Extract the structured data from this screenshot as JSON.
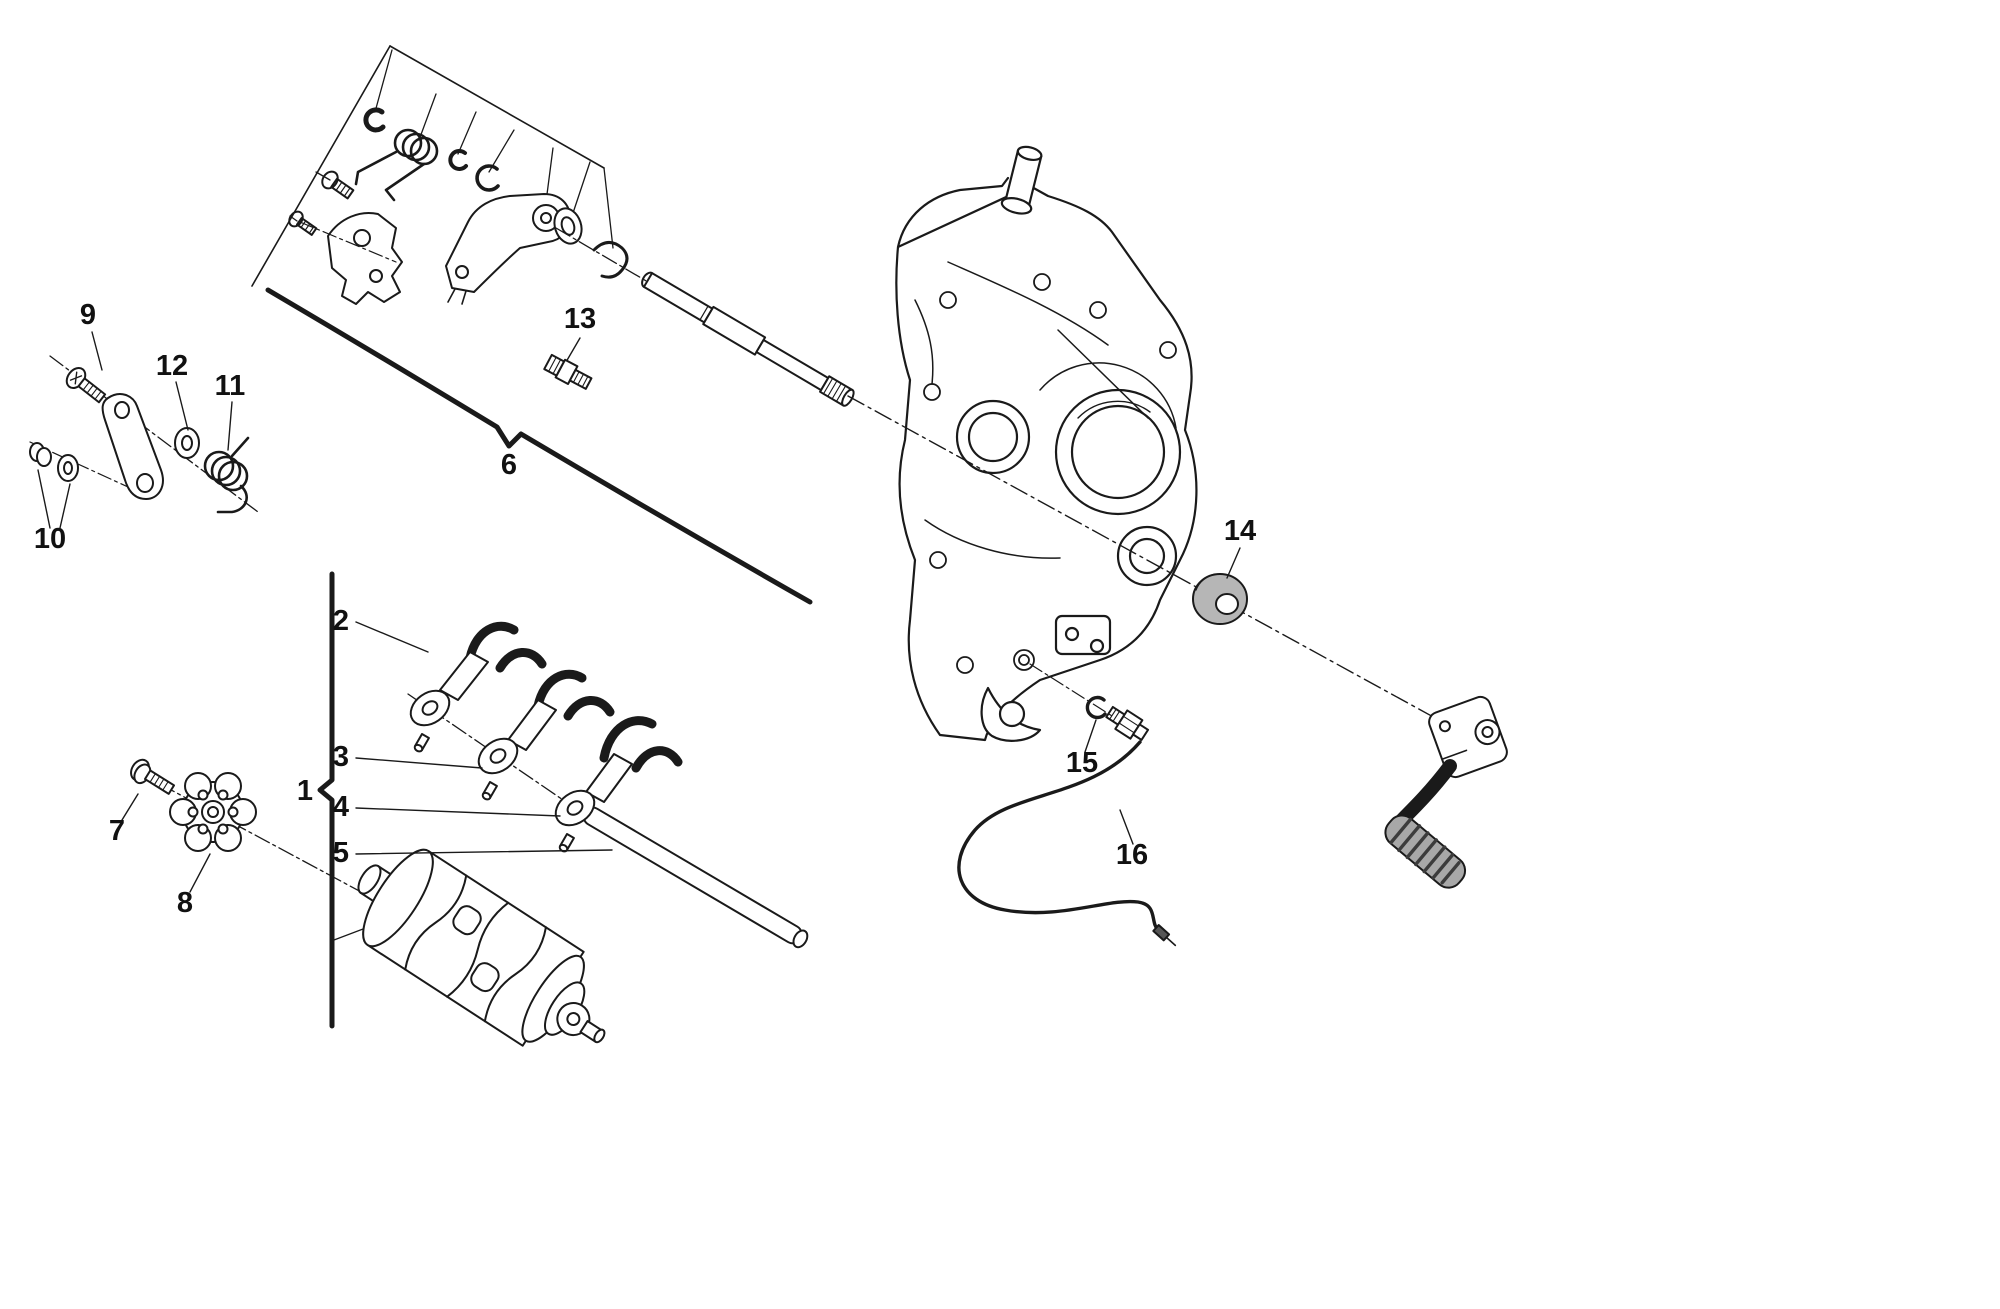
{
  "figure": {
    "kind": "exploded-parts-diagram"
  },
  "colors": {
    "background": "#ffffff",
    "line": "#1a1a1a",
    "washer_fill": "#b6b6b6",
    "peg_fill": "#a8a8a8",
    "peg_rib": "#3c3c3c"
  },
  "labels": [
    {
      "text": "1"
    },
    {
      "text": "2"
    },
    {
      "text": "3"
    },
    {
      "text": "4"
    },
    {
      "text": "5"
    },
    {
      "text": "6"
    },
    {
      "text": "7"
    },
    {
      "text": "8"
    },
    {
      "text": "9"
    },
    {
      "text": "10"
    },
    {
      "text": "11"
    },
    {
      "text": "12"
    },
    {
      "text": "13"
    },
    {
      "text": "14"
    },
    {
      "text": "15"
    },
    {
      "text": "16"
    }
  ]
}
